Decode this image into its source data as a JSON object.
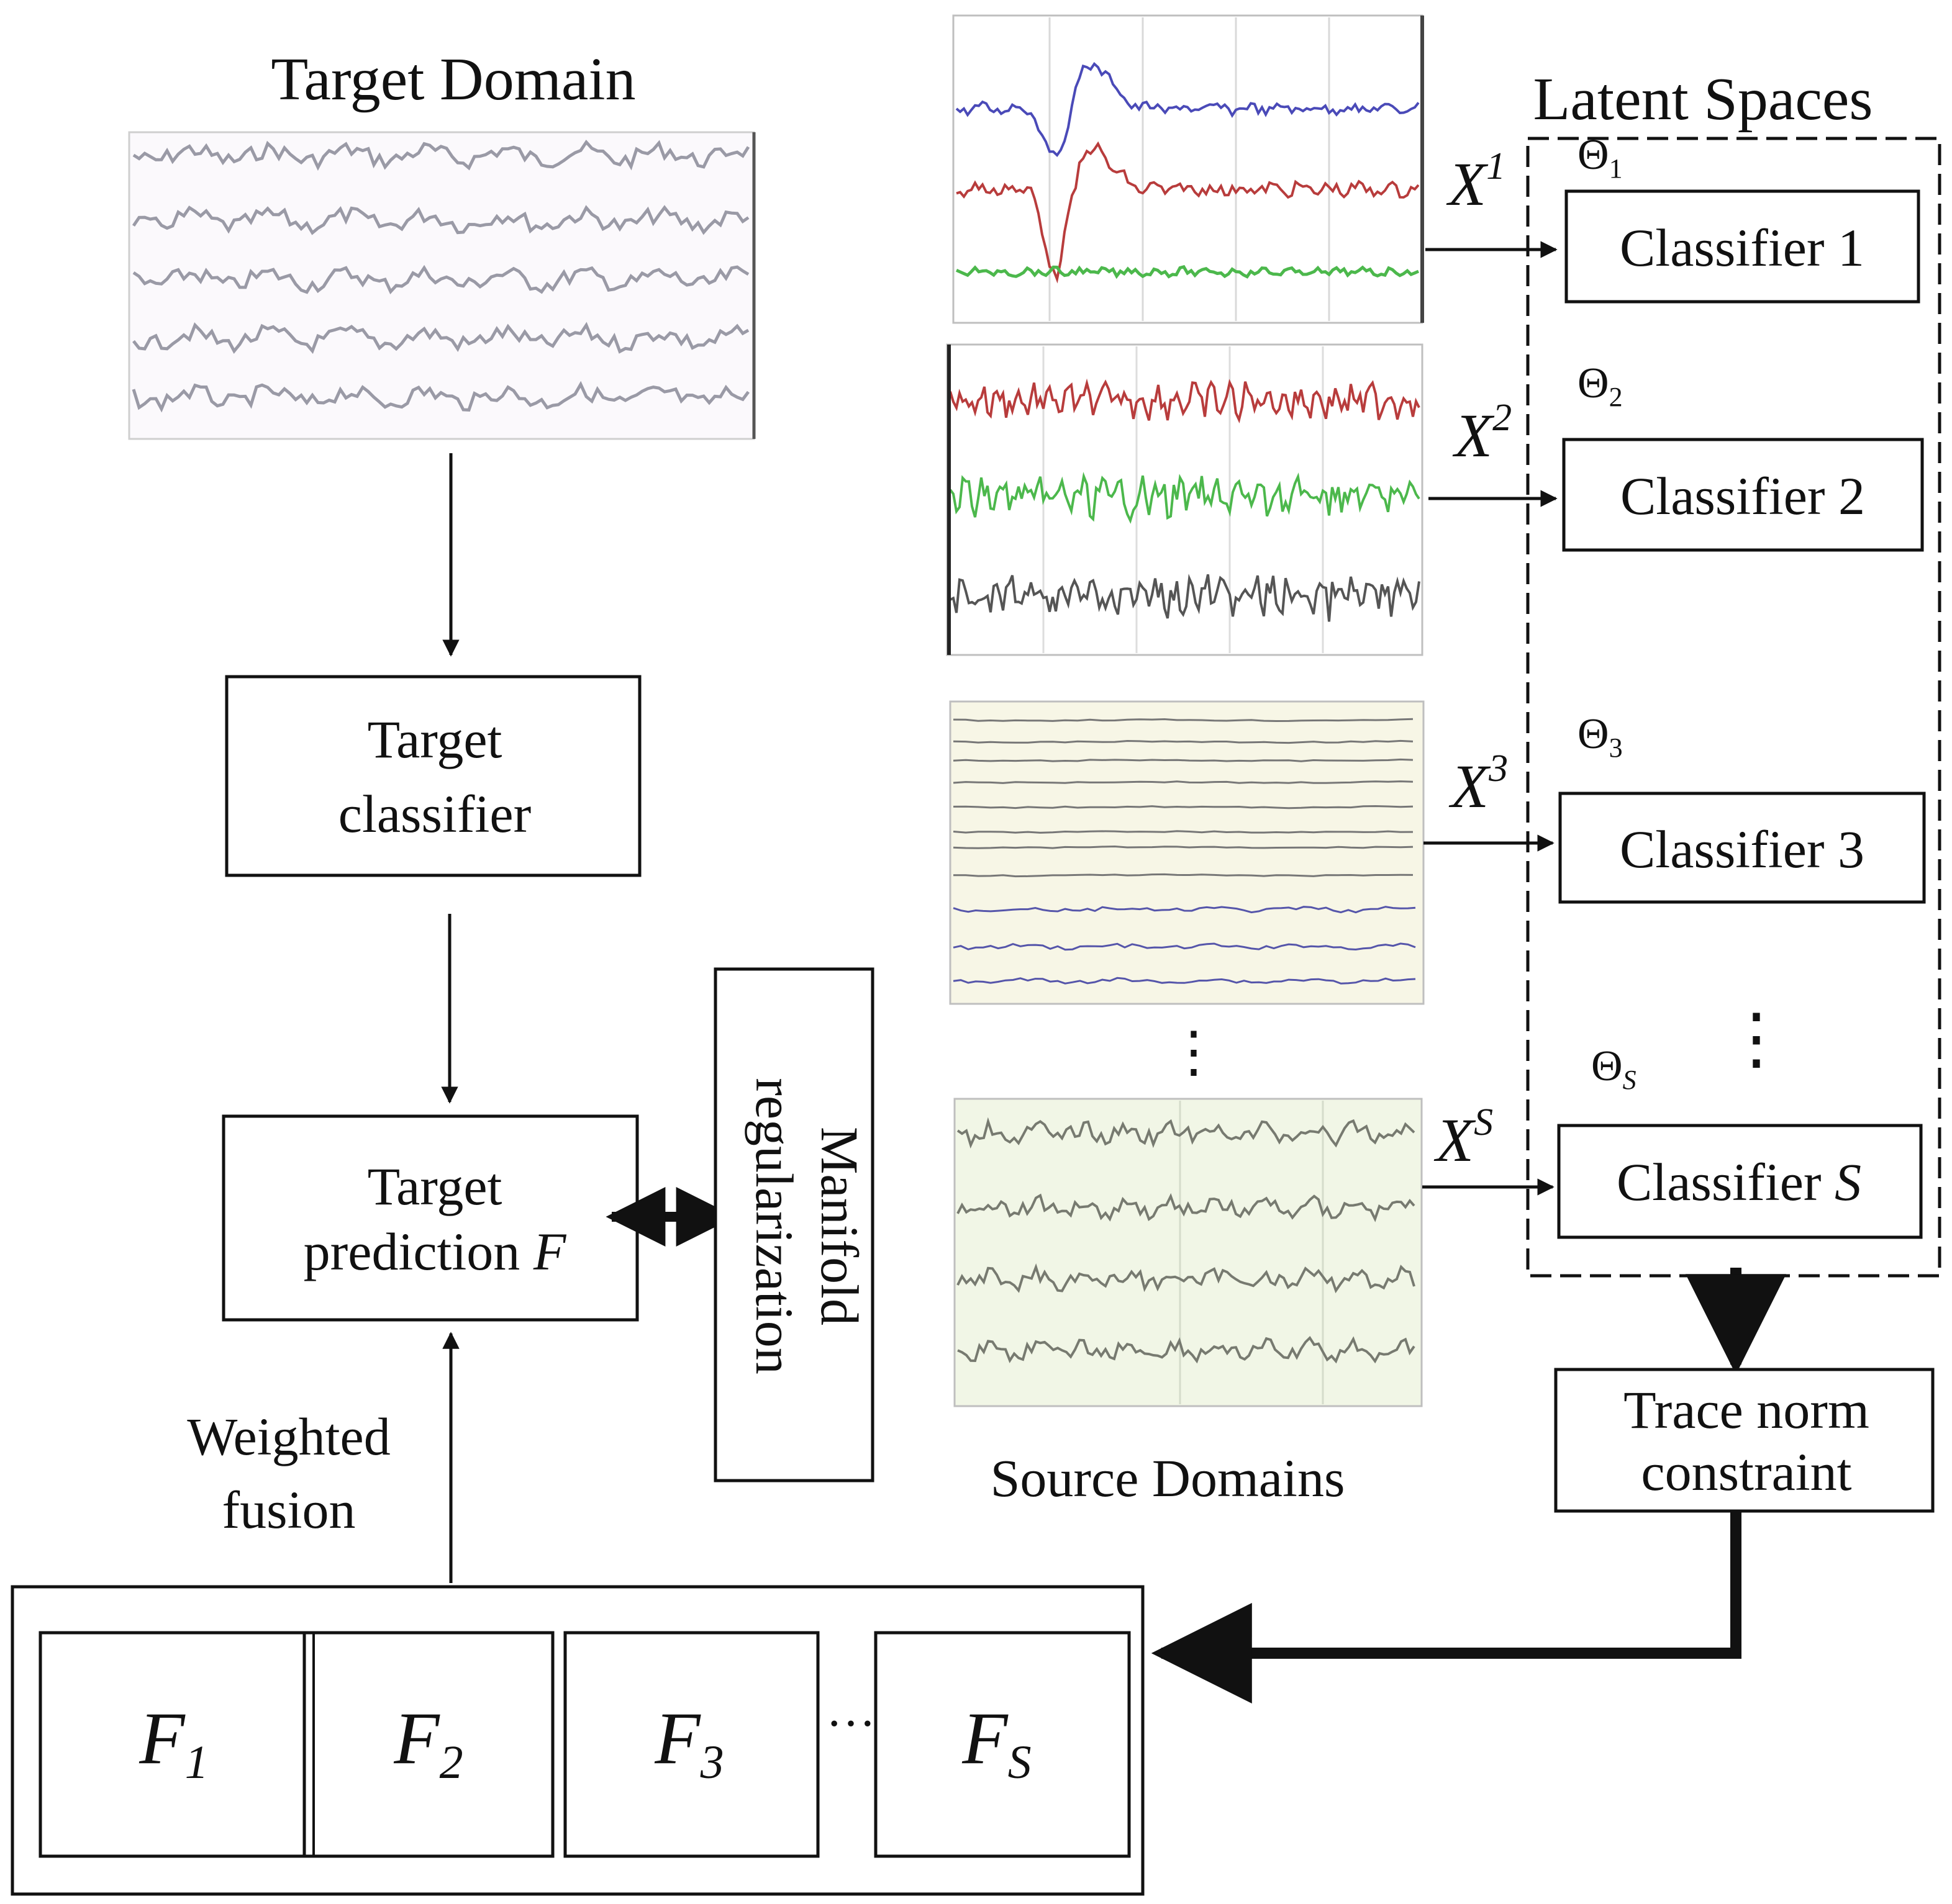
{
  "target_domain": {
    "title": "Target Domain"
  },
  "target_classifier": {
    "line1": "Target",
    "line2": "classifier"
  },
  "target_prediction": {
    "line1": "Target",
    "line2": "prediction",
    "symbol": "F"
  },
  "manifold": {
    "line1": "Manifold",
    "line2": "regularization"
  },
  "weighted_fusion": {
    "line1": "Weighted",
    "line2": "fusion"
  },
  "source_domains": {
    "label": "Source Domains",
    "ellipsis": "⋮"
  },
  "latent_spaces": {
    "title": "Latent Spaces",
    "ellipsis": "⋮",
    "theta_symbol": "Θ",
    "classifier_word": "Classifier",
    "entries": [
      {
        "x_base": "X",
        "x_sup": "1",
        "theta_sub": "1",
        "index": "1"
      },
      {
        "x_base": "X",
        "x_sup": "2",
        "theta_sub": "2",
        "index": "2"
      },
      {
        "x_base": "X",
        "x_sup": "3",
        "theta_sub": "3",
        "index": "3"
      },
      {
        "x_base": "X",
        "x_sup": "S",
        "theta_sub": "S",
        "index": "S"
      }
    ]
  },
  "trace_norm": {
    "line1": "Trace norm",
    "line2": "constraint"
  },
  "fusion_items": [
    {
      "base": "F",
      "sub": "1"
    },
    {
      "base": "F",
      "sub": "2"
    },
    {
      "base": "F",
      "sub": "3"
    },
    {
      "base": "F",
      "sub": "S"
    }
  ],
  "fusion_ellipsis": "…",
  "colors": {
    "target_trace": "#9a9aa6",
    "blue_trace": "#4a4ab8",
    "red_trace": "#b83c3c",
    "green_trace": "#4cb84c",
    "gray_trace": "#555555",
    "panel3_bg": "#f7f6e6",
    "panel3_gray": "#777777",
    "panel3_blue": "#5555aa",
    "panelS_bg": "#f1f6e6",
    "panelS_trace": "#777a70"
  }
}
